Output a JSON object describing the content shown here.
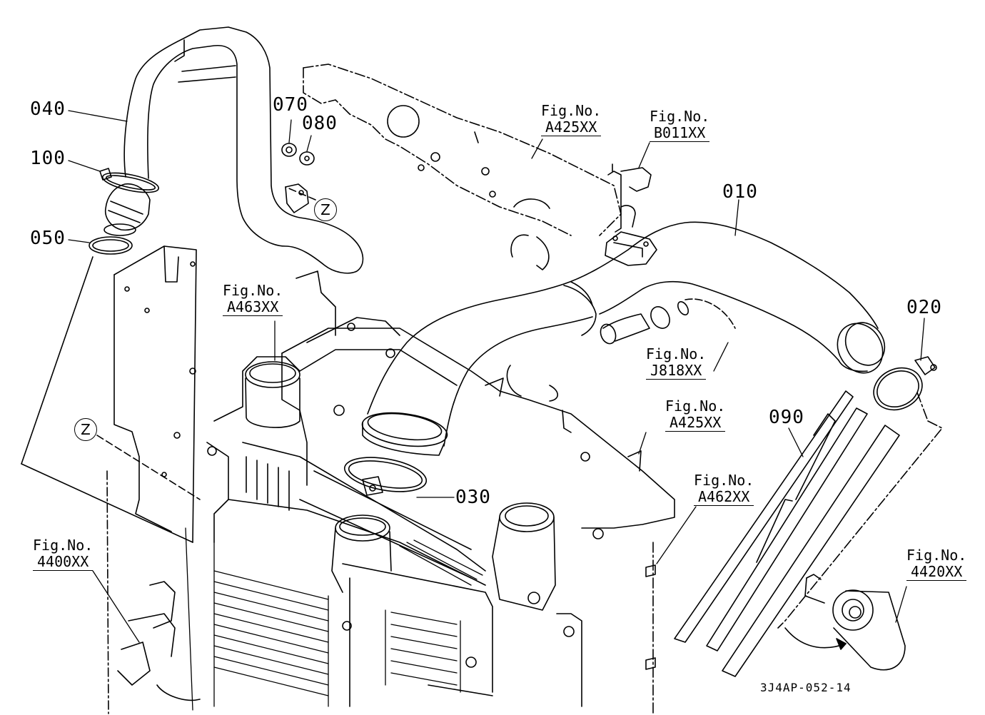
{
  "parts": [
    {
      "id": "p010",
      "label": "010"
    },
    {
      "id": "p020",
      "label": "020"
    },
    {
      "id": "p030",
      "label": "030"
    },
    {
      "id": "p040",
      "label": "040"
    },
    {
      "id": "p050",
      "label": "050"
    },
    {
      "id": "p070",
      "label": "070"
    },
    {
      "id": "p080",
      "label": "080"
    },
    {
      "id": "p090",
      "label": "090"
    },
    {
      "id": "p100",
      "label": "100"
    }
  ],
  "fig_refs": [
    {
      "id": "a425-top",
      "line1": "Fig.No.",
      "line2": "A425XX"
    },
    {
      "id": "b011",
      "line1": "Fig.No.",
      "line2": "B011XX"
    },
    {
      "id": "a463",
      "line1": "Fig.No.",
      "line2": "A463XX"
    },
    {
      "id": "j818",
      "line1": "Fig.No.",
      "line2": "J818XX"
    },
    {
      "id": "a425-mid",
      "line1": "Fig.No.",
      "line2": "A425XX"
    },
    {
      "id": "a462",
      "line1": "Fig.No.",
      "line2": "A462XX"
    },
    {
      "id": "4400",
      "line1": "Fig.No.",
      "line2": "4400XX"
    },
    {
      "id": "4420",
      "line1": "Fig.No.",
      "line2": "4420XX"
    }
  ],
  "markers": {
    "z": "Z"
  },
  "drawing_code": "3J4AP-052-14"
}
